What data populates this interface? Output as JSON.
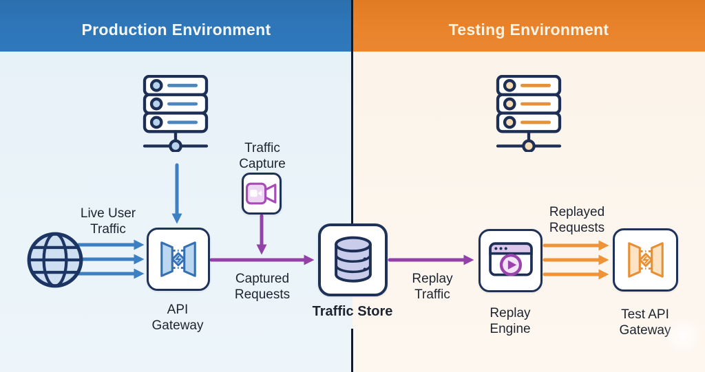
{
  "headers": {
    "production": "Production Environment",
    "testing": "Testing Environment"
  },
  "labels": {
    "live_user_traffic": "Live User\nTraffic",
    "traffic_capture": "Traffic\nCapture",
    "api_gateway": "API\nGateway",
    "captured_requests": "Captured\nRequests",
    "traffic_store": "Traffic Store",
    "replay_traffic": "Replay\nTraffic",
    "replay_engine": "Replay\nEngine",
    "replayed_requests": "Replayed\nRequests",
    "test_api_gateway": "Test API\nGateway"
  },
  "icons": {
    "production_servers": "server-stack-icon",
    "testing_servers": "server-stack-icon",
    "internet": "globe-icon",
    "api_gateway": "api-gateway-icon",
    "traffic_capture": "video-camera-icon",
    "traffic_store": "database-icon",
    "replay_engine": "replay-player-icon",
    "test_api_gateway": "api-gateway-icon"
  },
  "colors": {
    "production_header": "#2e76b8",
    "testing_header": "#e8822a",
    "production_bg": "#eaf4f9",
    "testing_bg": "#fdf6ee",
    "outline_navy": "#1e3157",
    "arrow_blue": "#3c80c3",
    "arrow_purple": "#9242a6",
    "arrow_orange": "#ef9338",
    "db_fill": "#c9cdeb",
    "camera_purple": "#a64cb5",
    "label_text": "#1d2430"
  }
}
